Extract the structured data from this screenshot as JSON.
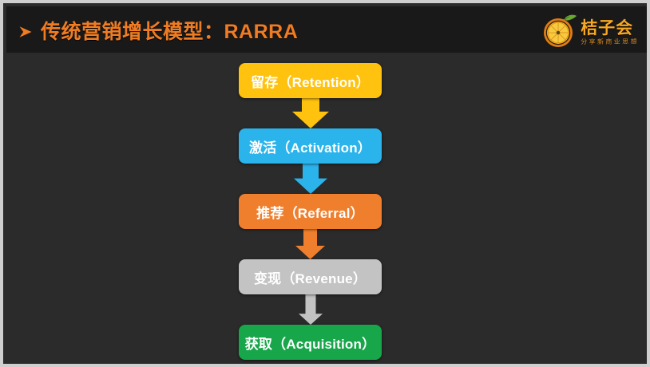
{
  "slide": {
    "background_color": "#2b2b2b",
    "border_color": "#cfcfcf"
  },
  "header": {
    "background_color": "#191919",
    "bullet_icon": "arrow-bullet-icon",
    "bullet_color": "#ef7c23",
    "title": "传统营销增长模型：RARRA",
    "title_color": "#ef7c23"
  },
  "logo": {
    "mark_icon": "orange-slice-icon",
    "mark_color": "#f0a020",
    "leaf_color": "#5c9c2f",
    "name": "桔子会",
    "name_color": "#f5a623",
    "tagline": "分享新商业思想",
    "tagline_color": "#d4861f"
  },
  "flow": {
    "nodes": [
      {
        "label": "留存（Retention）",
        "color": "#ffc20e",
        "text_color": "#ffffff",
        "name": "node-retention"
      },
      {
        "label": "激活（Activation）",
        "color": "#2bb3ec",
        "text_color": "#ffffff",
        "name": "node-activation"
      },
      {
        "label": "推荐（Referral）",
        "color": "#ef7f2d",
        "text_color": "#ffffff",
        "name": "node-referral"
      },
      {
        "label": "变现（Revenue）",
        "color": "#c3c3c3",
        "text_color": "#ffffff",
        "name": "node-revenue"
      },
      {
        "label": "获取（Acquisition）",
        "color": "#17a64a",
        "text_color": "#ffffff",
        "name": "node-acquisition"
      }
    ],
    "connectors": [
      {
        "color": "#ffc20e",
        "shaft_width": 22,
        "head_width": 46,
        "height": 38,
        "name": "arrow-retention-to-activation"
      },
      {
        "color": "#2bb3ec",
        "shaft_width": 20,
        "head_width": 42,
        "height": 38,
        "name": "arrow-activation-to-referral"
      },
      {
        "color": "#ef7f2d",
        "shaft_width": 17,
        "head_width": 37,
        "height": 38,
        "name": "arrow-referral-to-revenue"
      },
      {
        "color": "#c3c3c3",
        "shaft_width": 13,
        "head_width": 30,
        "height": 38,
        "name": "arrow-revenue-to-acquisition"
      }
    ]
  }
}
